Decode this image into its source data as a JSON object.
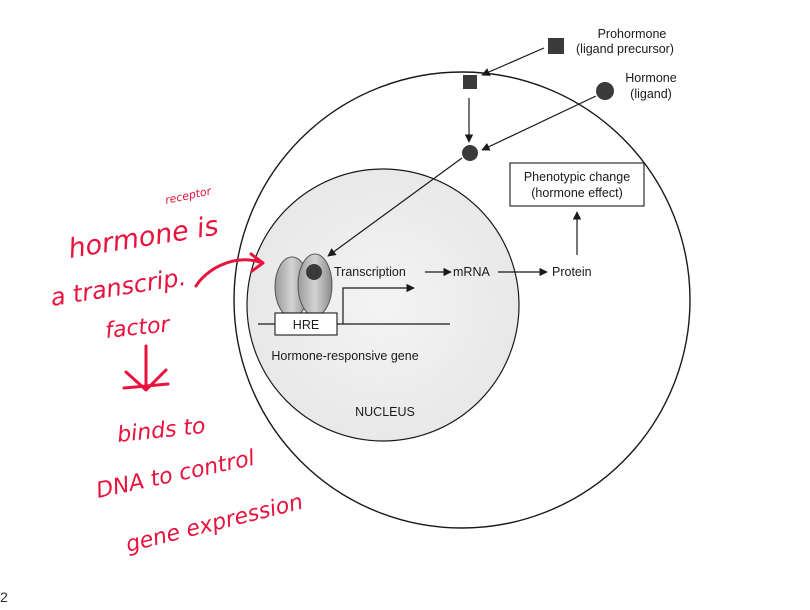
{
  "diagram": {
    "labels": {
      "prohormone": "Prohormone",
      "prohormone_sub": "(ligand precursor)",
      "hormone": "Hormone",
      "hormone_sub": "(ligand)",
      "phenotypic": "Phenotypic change",
      "phenotypic_sub": "(hormone effect)",
      "transcription": "Transcription",
      "mrna": "mRNA",
      "protein": "Protein",
      "hre": "HRE",
      "gene": "Hormone-responsive gene",
      "nucleus": "NUCLEUS",
      "corner_mark": "2"
    }
  },
  "annotation": {
    "color": "#e8123c",
    "superscript": "receptor",
    "lines": [
      "hormone is",
      "a transcrip.",
      "factor",
      "binds to",
      "DNA to control",
      "gene expression"
    ]
  }
}
